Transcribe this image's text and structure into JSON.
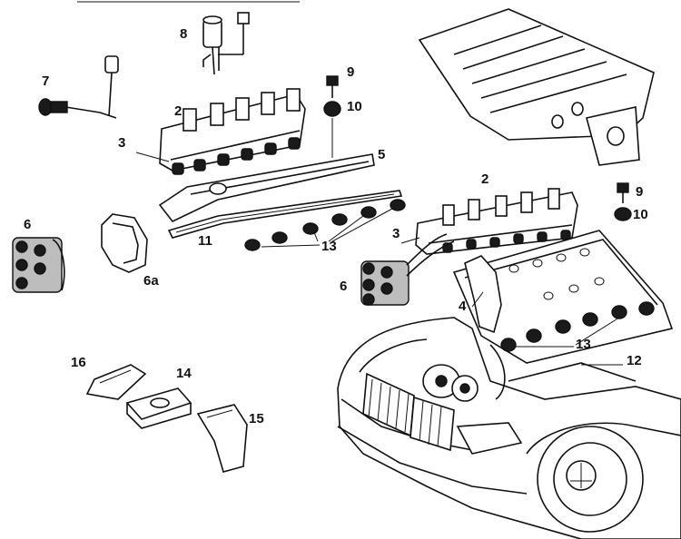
{
  "callouts": {
    "c1": "8",
    "c2": "7",
    "c3": "2",
    "c4": "3",
    "c5": "9",
    "c6": "10",
    "c7": "5",
    "c8": "6",
    "c9": "6a",
    "c10": "11",
    "c11": "13",
    "c12": "2",
    "c13": "9",
    "c14": "10",
    "c15": "3",
    "c16": "6",
    "c17": "4",
    "c18": "13",
    "c19": "12",
    "c20": "16",
    "c21": "14",
    "c22": "15"
  }
}
